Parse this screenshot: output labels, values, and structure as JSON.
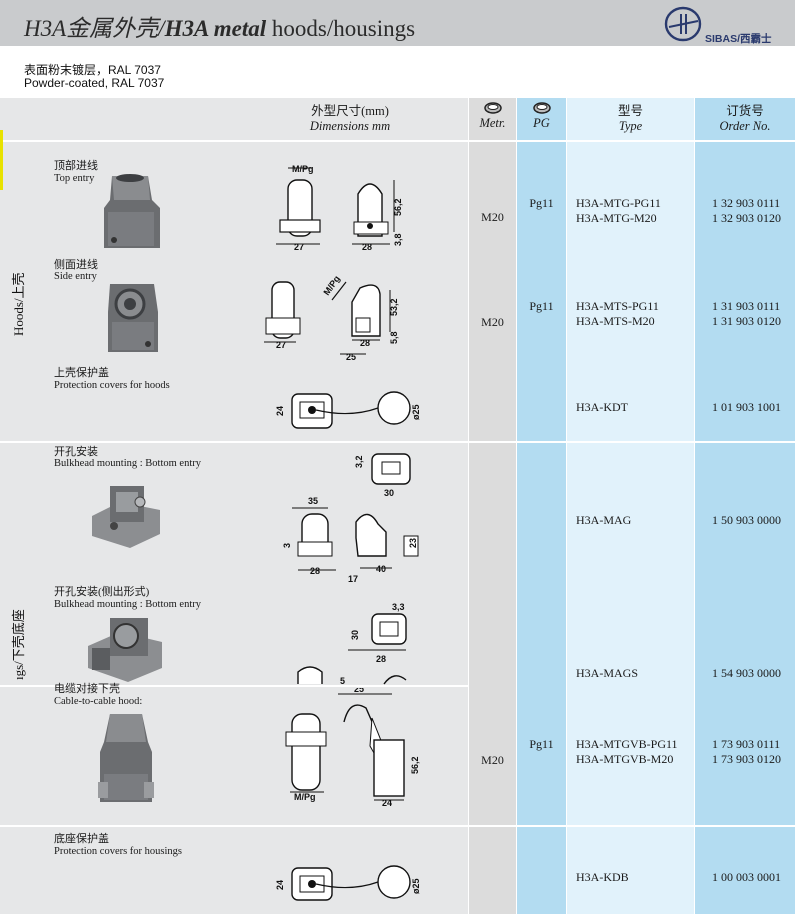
{
  "header": {
    "title_cn": "H3A金属外壳/",
    "title_bold": "H3A metal",
    "title_rest": " hoods/housings",
    "brand": "SIBAS/西霸士"
  },
  "subtitle": {
    "cn": "表面粉末镀层，RAL 7037",
    "en": "Powder-coated, RAL 7037"
  },
  "columns": {
    "dimensions_cn": "外型尺寸(mm)",
    "dimensions_en": "Dimensions mm",
    "metr": "Metr.",
    "pg": "PG",
    "type_cn": "型号",
    "type_en": "Type",
    "order_cn": "订货号",
    "order_en": "Order No."
  },
  "sections": {
    "hoods": "Hoods/上壳",
    "housings": "ıgs/下壳底座"
  },
  "items": [
    {
      "cn": "顶部进线",
      "en": "Top entry",
      "metr": "M20",
      "pg": "Pg11",
      "types": [
        "H3A-MTG-PG11",
        "H3A-MTG-M20"
      ],
      "orders": [
        "1 32 903 0111",
        "1 32 903 0120"
      ]
    },
    {
      "cn": "侧面进线",
      "en": "Side entry",
      "metr": "M20",
      "pg": "Pg11",
      "types": [
        "H3A-MTS-PG11",
        "H3A-MTS-M20"
      ],
      "orders": [
        "1 31 903 0111",
        "1 31 903 0120"
      ]
    },
    {
      "cn": "上壳保护盖",
      "en": "Protection covers for hoods",
      "metr": "",
      "pg": "",
      "types": [
        "H3A-KDT"
      ],
      "orders": [
        "1 01 903 1001"
      ]
    },
    {
      "cn": "开孔安装",
      "en": "Bulkhead mounting : Bottom entry",
      "metr": "",
      "pg": "",
      "types": [
        "H3A-MAG"
      ],
      "orders": [
        "1 50 903 0000"
      ]
    },
    {
      "cn": "开孔安装(侧出形式)",
      "en": "Bulkhead mounting : Bottom entry",
      "metr": "",
      "pg": "",
      "types": [
        "H3A-MAGS"
      ],
      "orders": [
        "1 54 903 0000"
      ]
    },
    {
      "cn": "电缆对接下壳",
      "en": "Cable-to-cable hood:",
      "metr": "M20",
      "pg": "Pg11",
      "types": [
        "H3A-MTGVB-PG11",
        "H3A-MTGVB-M20"
      ],
      "orders": [
        "1 73 903 0111",
        "1 73 903 0120"
      ]
    },
    {
      "cn": "底座保护盖",
      "en": "Protection covers for housings",
      "metr": "",
      "pg": "",
      "types": [
        "H3A-KDB"
      ],
      "orders": [
        "1 00 003 0001"
      ]
    }
  ],
  "dims": {
    "d1": [
      "M/Pg",
      "56,2",
      "27",
      "28",
      "3,8"
    ],
    "d2": [
      "M/Pg",
      "53,2",
      "27",
      "28",
      "5,8",
      "25"
    ],
    "d3": [
      "24",
      "ø25"
    ],
    "d4": [
      "3,2",
      "30",
      "35",
      "3",
      "23",
      "28",
      "40",
      "17"
    ],
    "d5": [
      "3,3",
      "30",
      "28",
      "5",
      "25"
    ],
    "d6": [
      "56,2",
      "M/Pg",
      "24"
    ],
    "d7": [
      "24",
      "ø25"
    ]
  }
}
